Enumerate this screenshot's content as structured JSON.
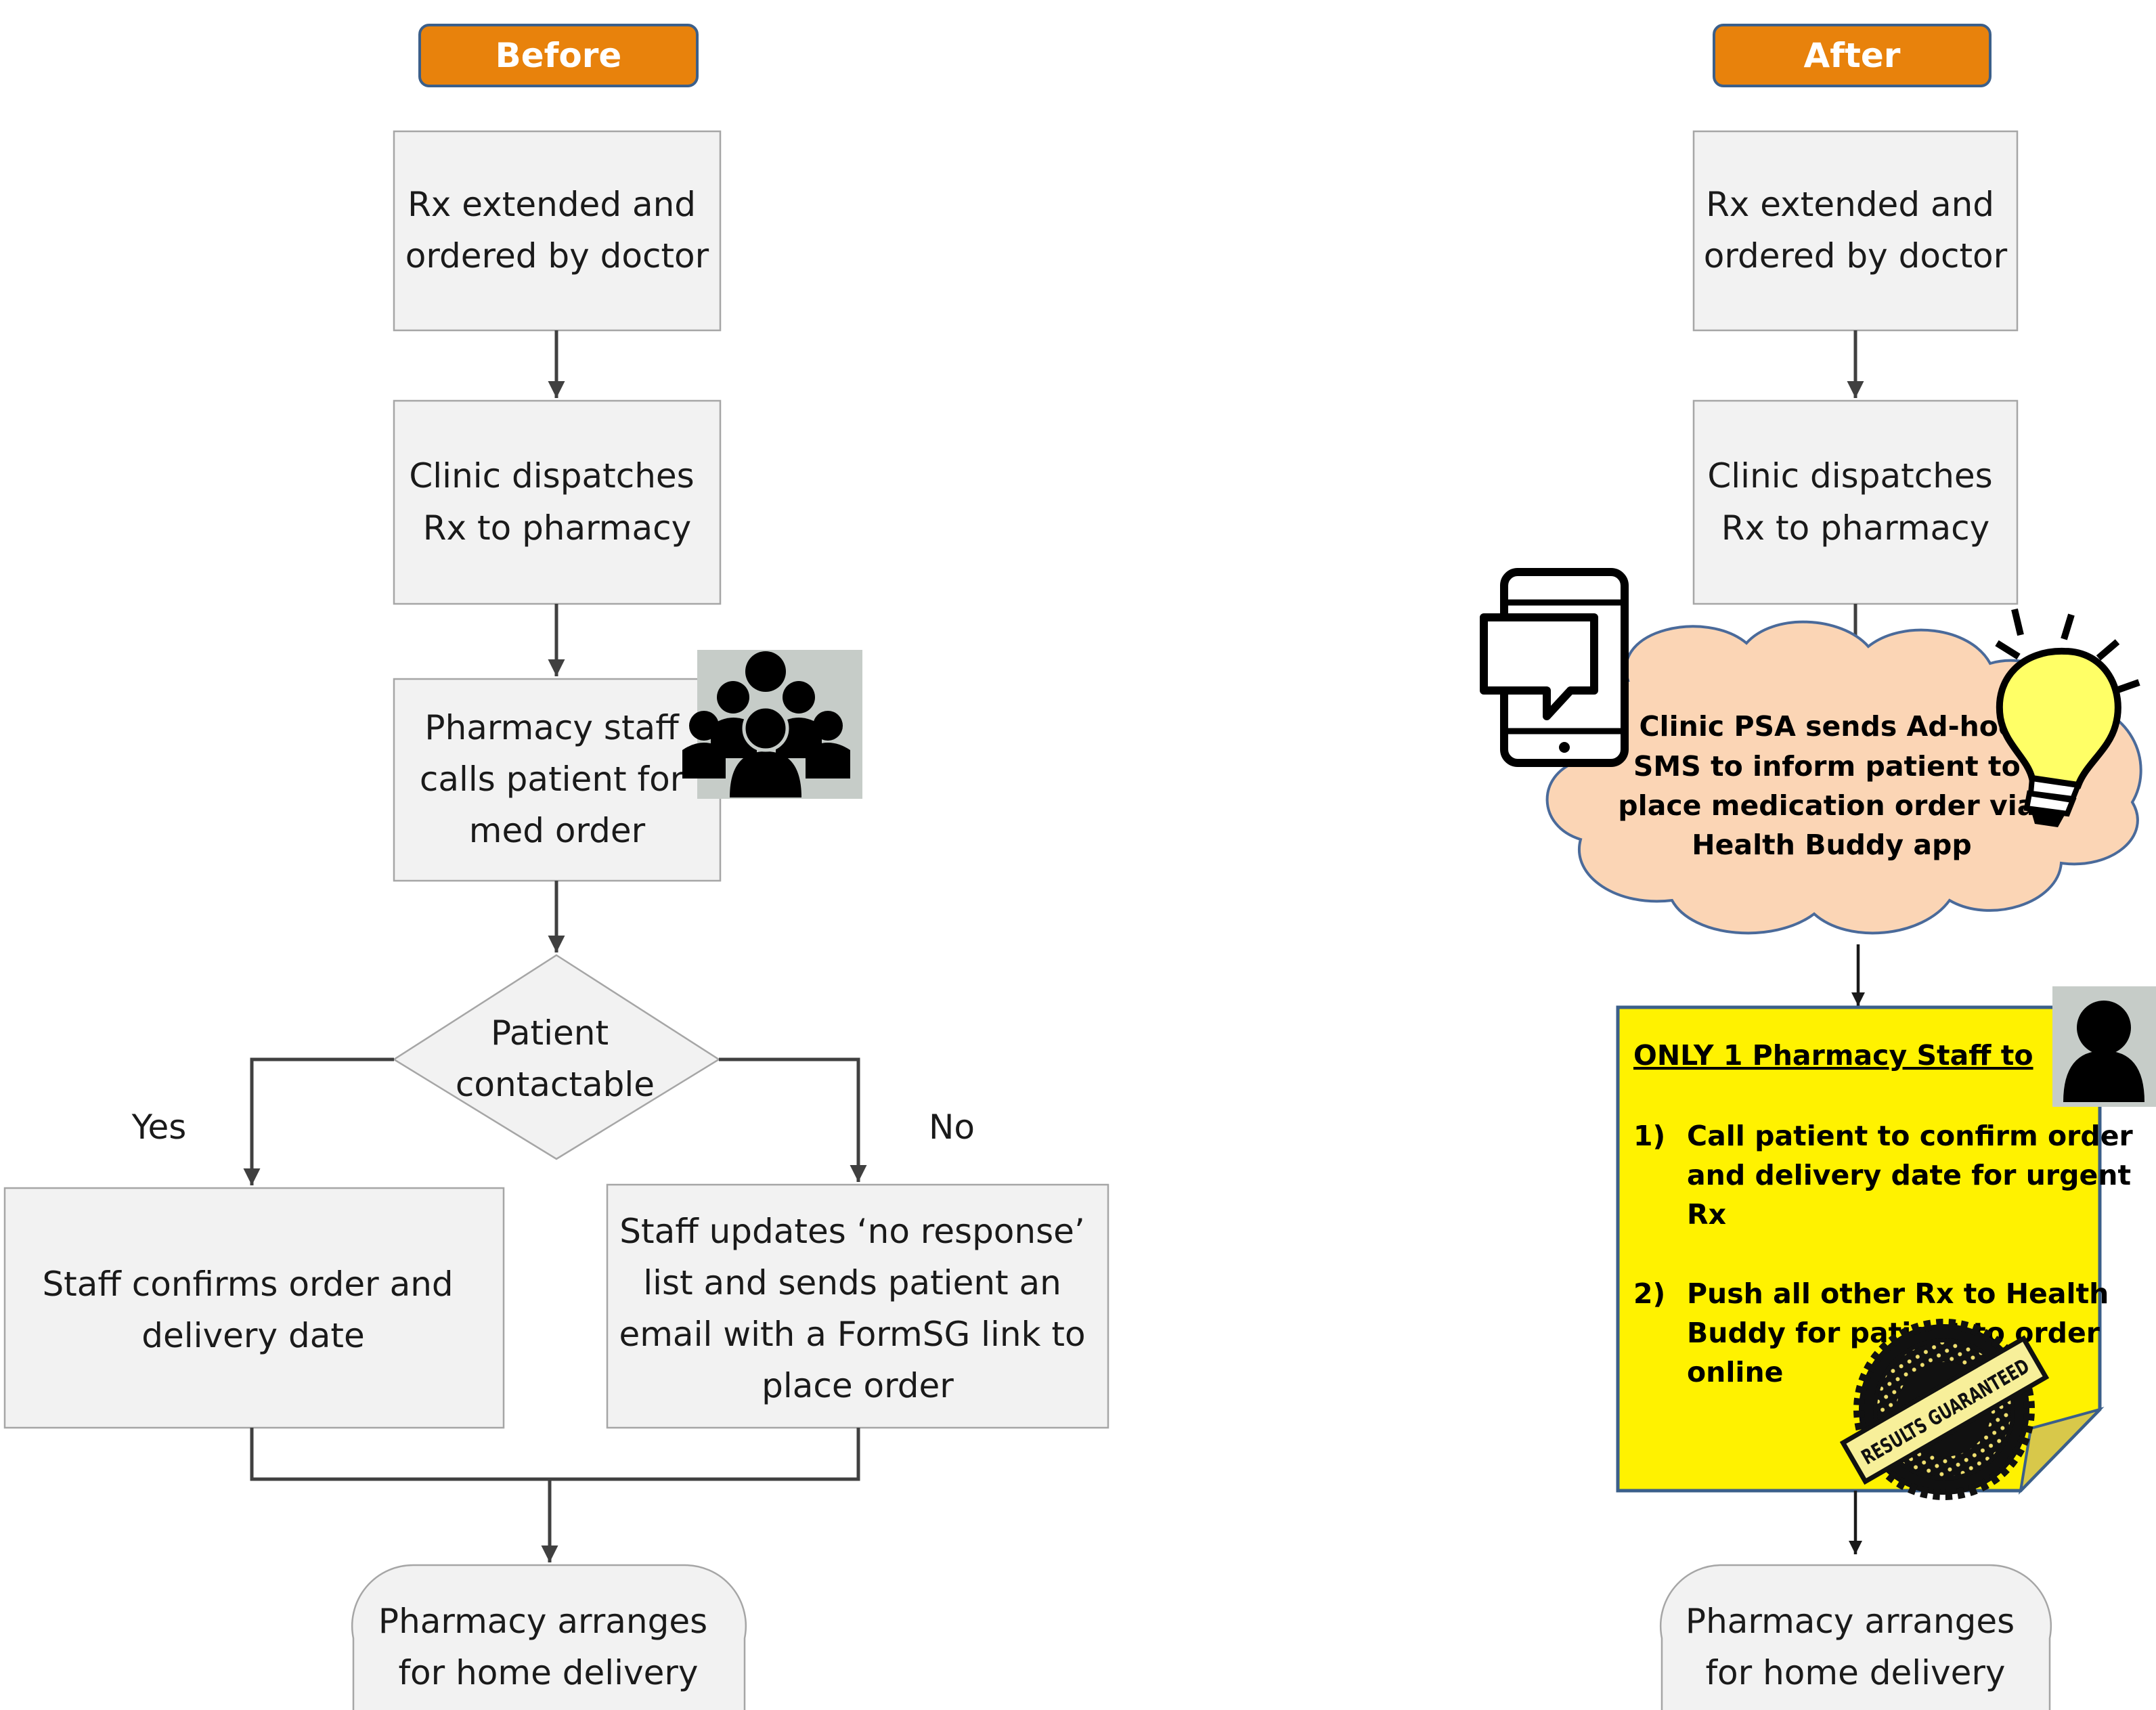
{
  "before": {
    "title": "Before",
    "steps": {
      "extend": [
        "Rx extended and",
        "ordered by doctor"
      ],
      "dispatch": [
        "Clinic dispatches",
        "Rx to pharmacy"
      ],
      "call": [
        "Pharmacy staff",
        "calls patient for",
        "med order"
      ],
      "decision": [
        "Patient",
        "contactable"
      ],
      "yes_label": "Yes",
      "no_label": "No",
      "confirm": [
        "Staff confirms order and",
        "delivery date"
      ],
      "noresponse": [
        "Staff updates ‘no response’",
        "list and sends patient an",
        "email with a FormSG link to",
        "place order"
      ],
      "delivery": [
        "Pharmacy arranges",
        "for home delivery"
      ]
    }
  },
  "after": {
    "title": "After",
    "steps": {
      "extend": [
        "Rx extended and",
        "ordered by doctor"
      ],
      "dispatch": [
        "Clinic dispatches",
        "Rx to pharmacy"
      ],
      "sms": [
        "Clinic PSA sends Ad-hoc",
        "SMS to inform patient to",
        "place medication order via",
        "Health Buddy app"
      ],
      "note_heading": "ONLY 1 Pharmacy Staff to",
      "note_item1_num": "1)",
      "note_item1": [
        "Call patient to confirm order",
        "and delivery date for urgent",
        "Rx"
      ],
      "note_item2_num": "2)",
      "note_item2": [
        "Push all other Rx to Health",
        "Buddy for patient to order",
        "online"
      ],
      "stamp_text": "RESULTS GUARANTEED",
      "delivery": [
        "Pharmacy arranges",
        "for home delivery"
      ]
    }
  },
  "icons": [
    "group-of-people-icon",
    "mobile-chat-icon",
    "lightbulb-icon",
    "single-person-icon",
    "results-guaranteed-stamp-icon"
  ],
  "colors": {
    "header": "#e8820c",
    "process_fill": "#f2f2f2",
    "cloud_fill": "#fbd5b5",
    "note_fill": "#fff200",
    "bulb": "#ffff66"
  }
}
